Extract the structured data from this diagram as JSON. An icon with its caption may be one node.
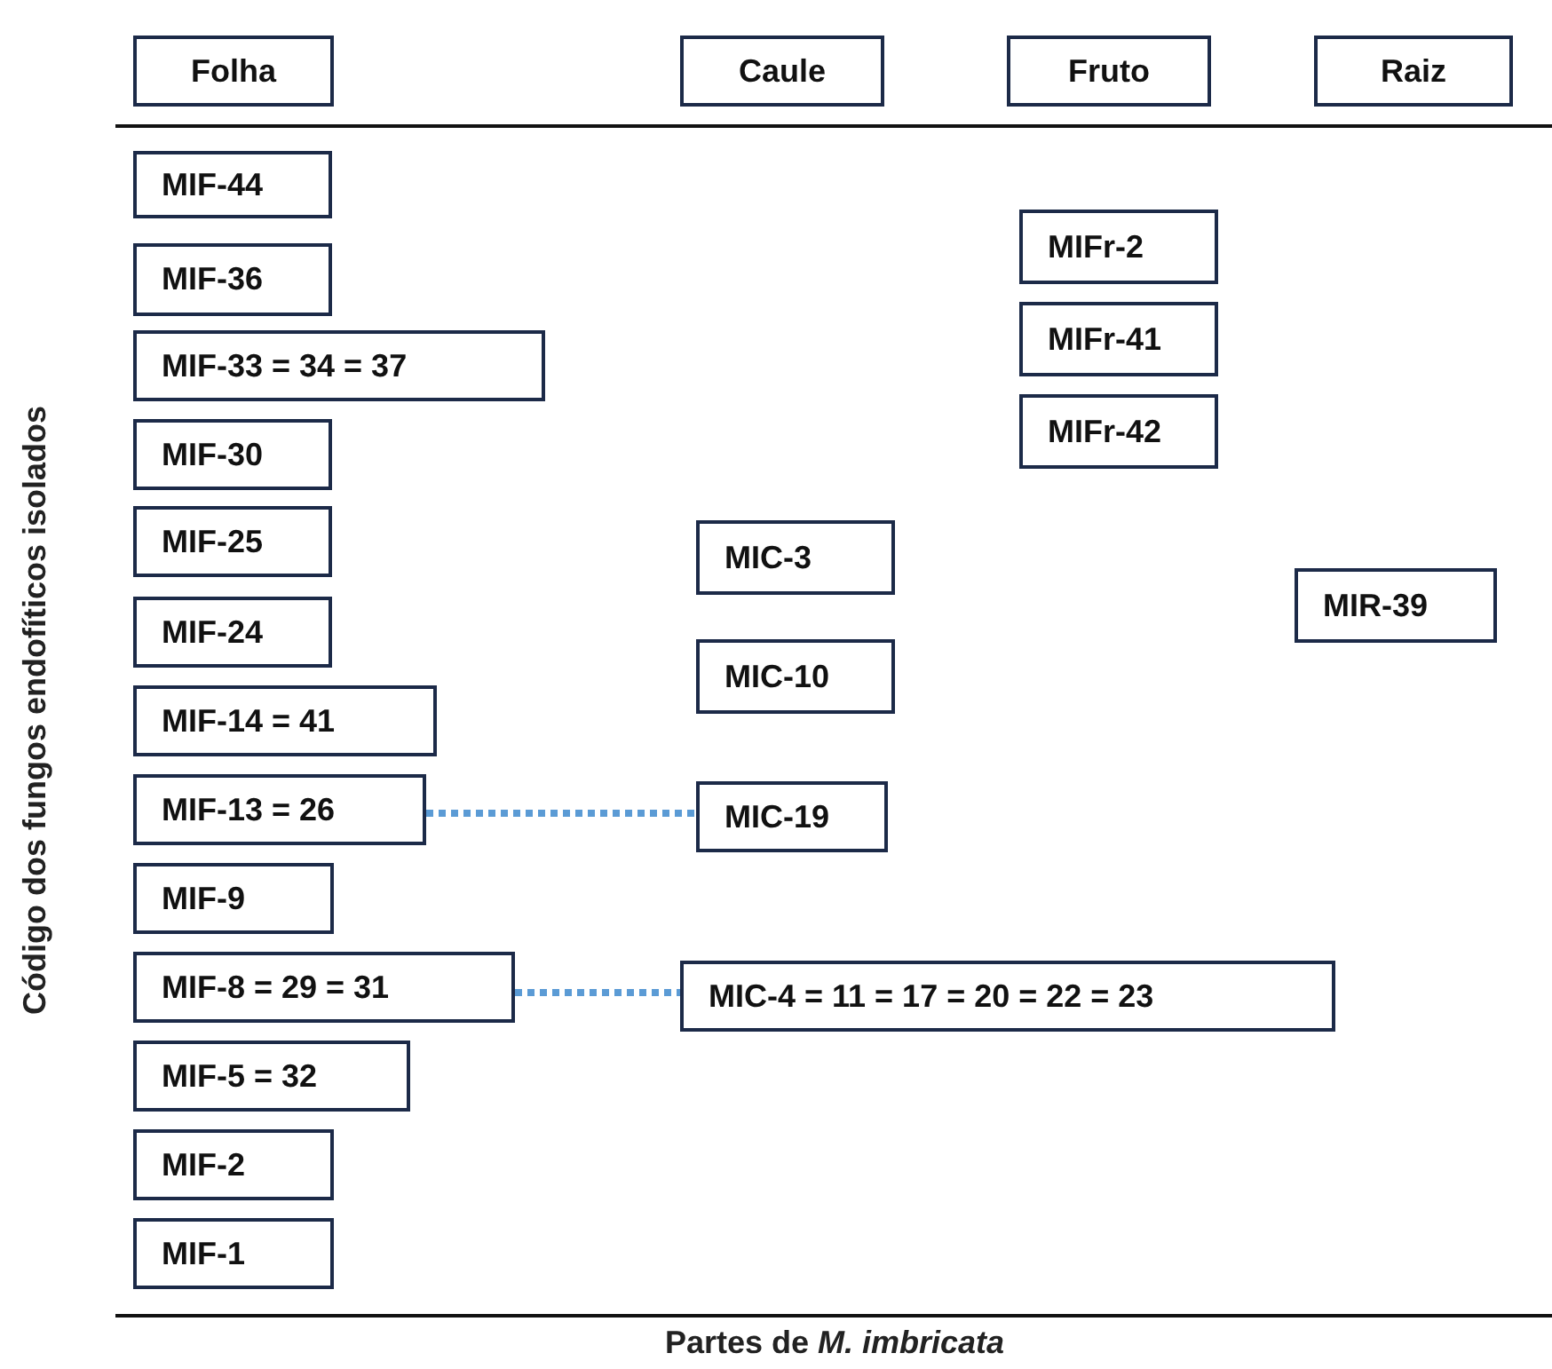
{
  "diagram": {
    "nodes": [
      {
        "text": [
          "Folha"
        ]
      },
      {
        "text": [
          "Caule"
        ]
      },
      {
        "text": [
          "Fruto"
        ]
      },
      {
        "text": [
          "Raiz"
        ]
      },
      {
        "text": [
          "MIF-44"
        ]
      },
      {
        "text": [
          "MIFr-2"
        ]
      },
      {
        "text": [
          "MIF-36"
        ]
      },
      {
        "text": [
          "MIFr-41"
        ]
      },
      {
        "text": [
          "MIF-33 = 34 = 37"
        ]
      },
      {
        "text": [
          "MIFr-42"
        ]
      },
      {
        "text": [
          "MIF-30"
        ]
      },
      {
        "text": [
          "MIF-25"
        ]
      },
      {
        "text": [
          "MIC-3"
        ]
      },
      {
        "text": [
          "MIR-39"
        ]
      },
      {
        "text": [
          "MIF-24"
        ]
      },
      {
        "text": [
          "MIC-10"
        ]
      },
      {
        "text": [
          "MIF-14 = 41"
        ]
      },
      {
        "text": [
          "MIF-13 = 26"
        ]
      },
      {
        "text": [
          "MIC-19"
        ]
      },
      {
        "text": [
          "MIF-9"
        ]
      },
      {
        "text": [
          "MIF-8 = 29 = 31"
        ]
      },
      {
        "text": [
          "MIC-4 = 11 = 17 = 20 = 22 = 23"
        ]
      },
      {
        "text": [
          "MIF-5 = 32"
        ]
      },
      {
        "text": [
          "MIF-2"
        ]
      },
      {
        "text": [
          "MIF-1"
        ]
      }
    ],
    "edges": [
      {
        "from": 17,
        "to": 18,
        "arrow": "none",
        "style": "dashed",
        "color": "#5b9bd5"
      },
      {
        "from": 20,
        "to": 21,
        "arrow": "none",
        "style": "dashed",
        "color": "#5b9bd5"
      }
    ],
    "labels": [
      "Código dos fungos endofíticos isolados",
      "Partes de *M. imbricata*"
    ]
  }
}
